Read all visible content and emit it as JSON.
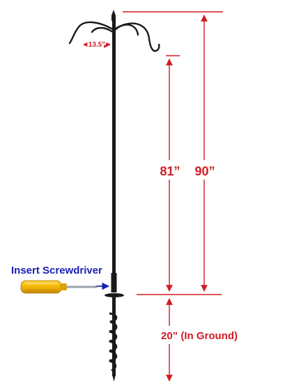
{
  "labels": {
    "hook_spread": "13.5”",
    "height_above_ground": "81”",
    "total_height": "90”",
    "screwdriver_instruction": "Insert Screwdriver",
    "ground_depth": "20” (In Ground)"
  },
  "colors": {
    "dimension_red": "#d01c24",
    "instruction_blue": "#1a1fb5",
    "pole_black": "#1a1a1a",
    "handle_yellow": "#f2b705"
  }
}
